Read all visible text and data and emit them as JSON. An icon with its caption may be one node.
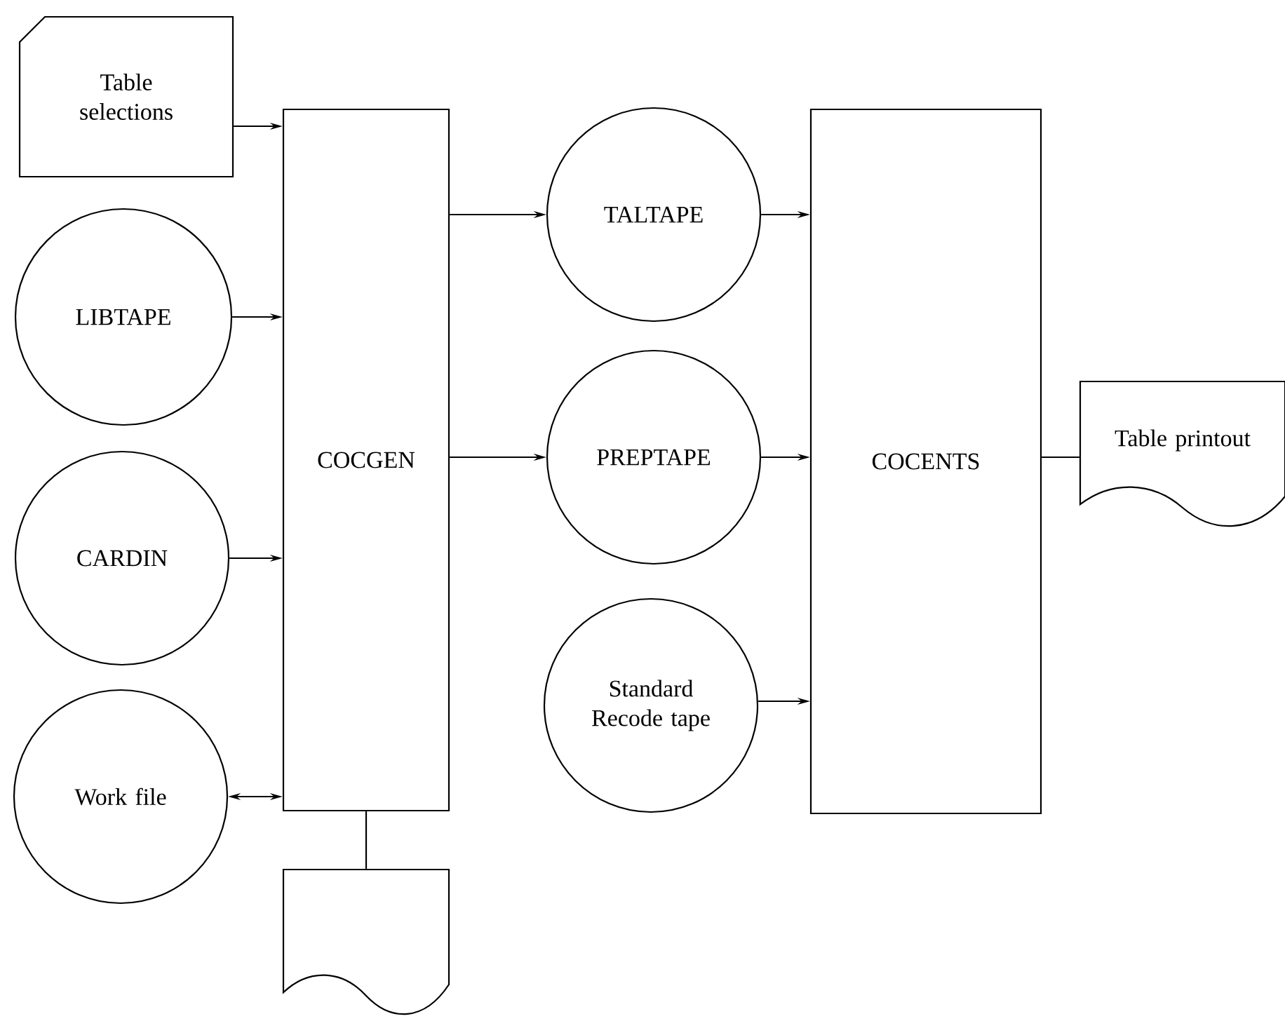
{
  "diagram": {
    "nodes": [
      {
        "text": [
          "Table selections"
        ]
      },
      {
        "text": [
          "LIBTAPE"
        ]
      },
      {
        "text": [
          "CARDIN"
        ]
      },
      {
        "text": [
          "Work file"
        ]
      },
      {
        "text": [
          "COCGEN"
        ]
      },
      {
        "text": [
          "TALTAPE"
        ]
      },
      {
        "text": [
          "PREPTAPE"
        ]
      },
      {
        "text": [
          "Standard Recode tape"
        ]
      },
      {
        "text": [
          "COCENTS"
        ]
      },
      {
        "text": [
          "Table printout"
        ]
      },
      {
        "text": [],
        "shape": "document"
      }
    ],
    "edges": [
      {
        "from": 0,
        "to": 4,
        "arrow": "to"
      },
      {
        "from": 1,
        "to": 4,
        "arrow": "to"
      },
      {
        "from": 2,
        "to": 4,
        "arrow": "to"
      },
      {
        "from": 3,
        "to": 4,
        "arrow": "both"
      },
      {
        "from": 4,
        "to": 5,
        "arrow": "to"
      },
      {
        "from": 4,
        "to": 6,
        "arrow": "to"
      },
      {
        "from": 5,
        "to": 8,
        "arrow": "to"
      },
      {
        "from": 6,
        "to": 8,
        "arrow": "to"
      },
      {
        "from": 7,
        "to": 8,
        "arrow": "to"
      },
      {
        "from": 8,
        "to": 9,
        "arrow": "none"
      },
      {
        "from": 4,
        "to": 10,
        "arrow": "none"
      }
    ]
  }
}
